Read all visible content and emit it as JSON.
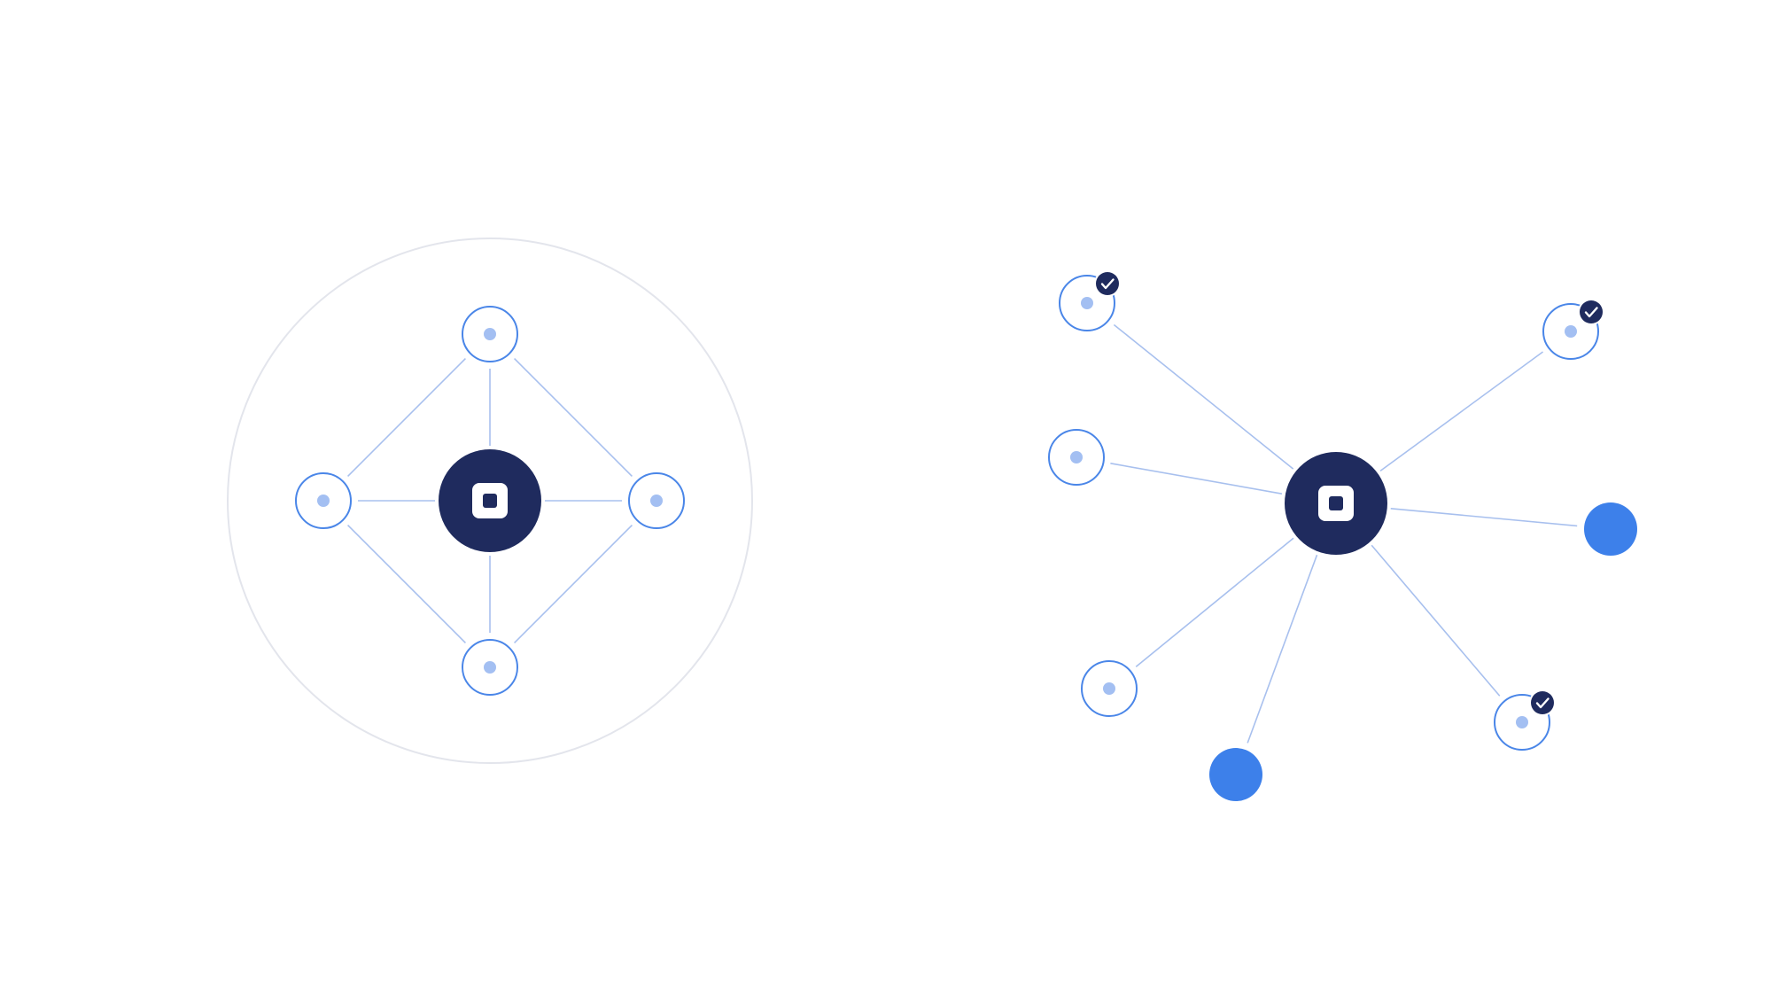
{
  "colors": {
    "background": "#ffffff",
    "hub": "#1f2b5e",
    "hub_icon": "#ffffff",
    "node_ring": "#4a86e8",
    "node_dot": "#a3bff2",
    "edge": "#a8c0ee",
    "boundary_ring": "#e3e5ec",
    "active_node": "#3d80ea",
    "check_badge": "#1f2b5e",
    "check_mark": "#ffffff"
  },
  "diagrams": [
    {
      "name": "enclosed-mesh-network",
      "boundary_ring": true,
      "hub": {
        "icon": "square-chip-icon"
      },
      "nodes": [
        {
          "id": "top",
          "kind": "outlined"
        },
        {
          "id": "left",
          "kind": "outlined"
        },
        {
          "id": "right",
          "kind": "outlined"
        },
        {
          "id": "bottom",
          "kind": "outlined"
        }
      ],
      "edges": [
        [
          "hub",
          "top"
        ],
        [
          "hub",
          "left"
        ],
        [
          "hub",
          "right"
        ],
        [
          "hub",
          "bottom"
        ],
        [
          "top",
          "left"
        ],
        [
          "top",
          "right"
        ],
        [
          "bottom",
          "left"
        ],
        [
          "bottom",
          "right"
        ]
      ]
    },
    {
      "name": "star-network",
      "boundary_ring": false,
      "hub": {
        "icon": "square-chip-icon"
      },
      "nodes": [
        {
          "id": "upper-left",
          "kind": "outlined",
          "verified": true
        },
        {
          "id": "upper-right",
          "kind": "outlined",
          "verified": true
        },
        {
          "id": "mid-left",
          "kind": "outlined",
          "verified": false
        },
        {
          "id": "mid-right",
          "kind": "filled",
          "verified": false
        },
        {
          "id": "lower-left",
          "kind": "outlined",
          "verified": false
        },
        {
          "id": "bottom",
          "kind": "filled",
          "verified": false
        },
        {
          "id": "lower-right",
          "kind": "outlined",
          "verified": true
        }
      ],
      "edges": [
        [
          "hub",
          "upper-left"
        ],
        [
          "hub",
          "upper-right"
        ],
        [
          "hub",
          "mid-left"
        ],
        [
          "hub",
          "mid-right"
        ],
        [
          "hub",
          "lower-left"
        ],
        [
          "hub",
          "bottom"
        ],
        [
          "hub",
          "lower-right"
        ]
      ]
    }
  ]
}
